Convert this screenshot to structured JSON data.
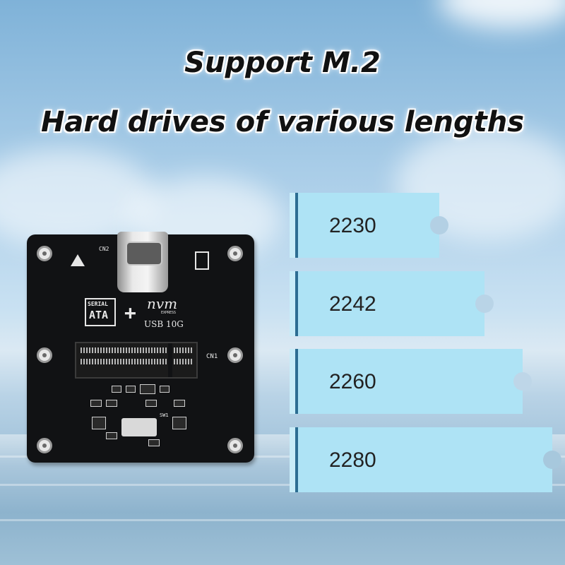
{
  "headline": {
    "line1": "Support M.2",
    "line2": "Hard drives of various lengths"
  },
  "board": {
    "connector_label": "CN2",
    "slot_label": "CN1",
    "logo_serial": "SERIAL",
    "logo_ata": "ATA",
    "plus": "+",
    "logo_nvm": "nvm",
    "logo_express": "EXPRESS",
    "usb_text": "USB 10G",
    "switch_label": "SW1"
  },
  "drives": [
    {
      "size": "2230"
    },
    {
      "size": "2242"
    },
    {
      "size": "2260"
    },
    {
      "size": "2280"
    }
  ],
  "colors": {
    "card_fill": "#aee3f5",
    "card_edge": "#2c6d92",
    "pcb": "#111214"
  }
}
